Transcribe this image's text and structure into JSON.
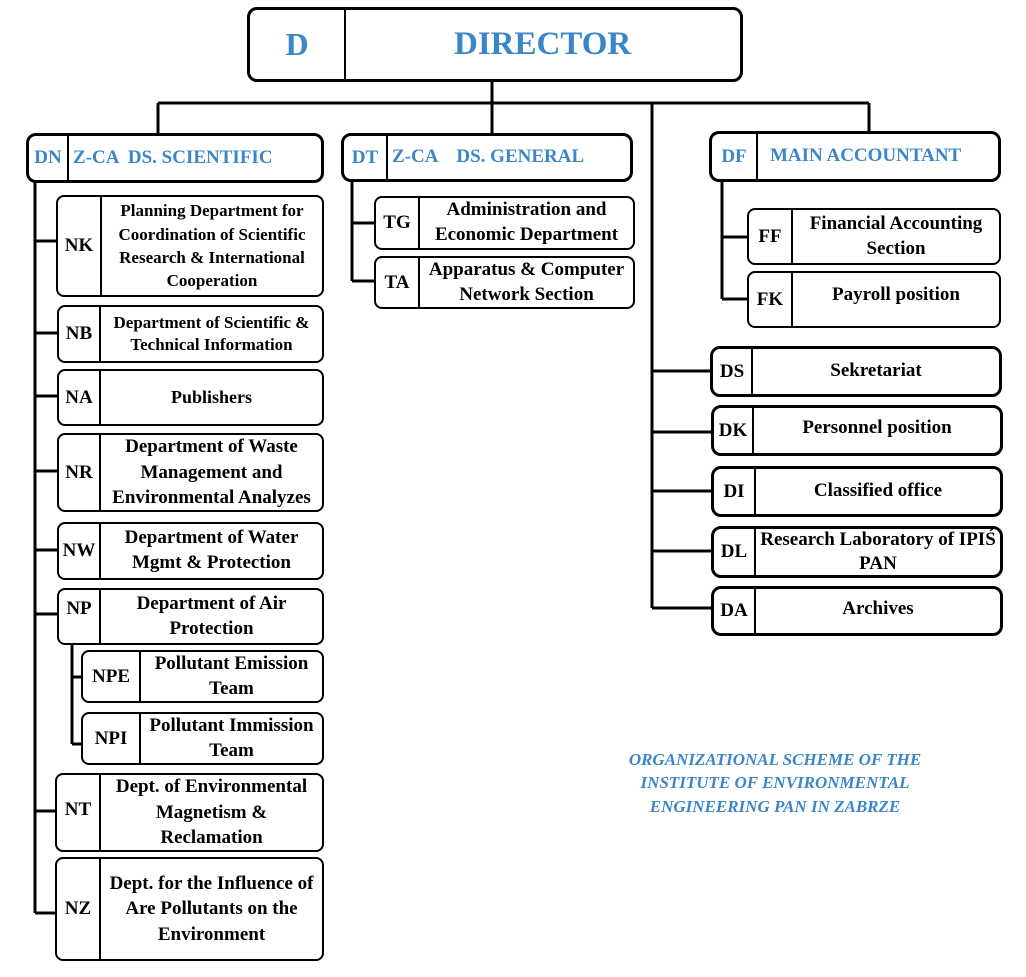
{
  "director": {
    "code": "D",
    "title": "DIRECTOR"
  },
  "scientific": {
    "code": "DN",
    "title": "Z-CA  DS. SCIENTIFIC"
  },
  "general": {
    "code": "DT",
    "title": "Z-CA    DS. GENERAL"
  },
  "accountant": {
    "code": "DF",
    "title": "MAIN ACCOUNTANT"
  },
  "sci_units": [
    {
      "code": "NK",
      "label": "Planning Department for Coordination of Scientific Research & International Cooperation"
    },
    {
      "code": "NB",
      "label": "Department of Scientific & Technical Information"
    },
    {
      "code": "NA",
      "label": "Publishers"
    },
    {
      "code": "NR",
      "label": "Department of Waste Management and Environmental Analyzes"
    },
    {
      "code": "NW",
      "label": "Department of Water Mgmt & Protection"
    },
    {
      "code": "NP",
      "label": "Department of Air Protection"
    },
    {
      "code": "NPE",
      "label": "Pollutant Emission Team"
    },
    {
      "code": "NPI",
      "label": "Pollutant Immission Team"
    },
    {
      "code": "NT",
      "label": "Dept. of Environmental Magnetism & Reclamation"
    },
    {
      "code": "NZ",
      "label": "Dept. for the Influence of Are Pollutants on the Environment"
    }
  ],
  "gen_units": [
    {
      "code": "TG",
      "label": "Administration and Economic Department"
    },
    {
      "code": "TA",
      "label": "Apparatus & Computer Network Section"
    }
  ],
  "acc_units": [
    {
      "code": "FF",
      "label": "Financial Accounting Section"
    },
    {
      "code": "FK",
      "label": "Payroll position"
    }
  ],
  "dir_units": [
    {
      "code": "DS",
      "label": "Sekretariat"
    },
    {
      "code": "DK",
      "label": "Personnel position"
    },
    {
      "code": "DI",
      "label": "Classified office"
    },
    {
      "code": "DL",
      "label": "Research Laboratory of IPIŚ PAN"
    },
    {
      "code": "DA",
      "label": "Archives"
    }
  ],
  "caption": {
    "line1": "ORGANIZATIONAL SCHEME OF THE",
    "line2": "INSTITUTE OF ENVIRONMENTAL",
    "line3": "ENGINEERING PAN IN ZABRZE"
  }
}
